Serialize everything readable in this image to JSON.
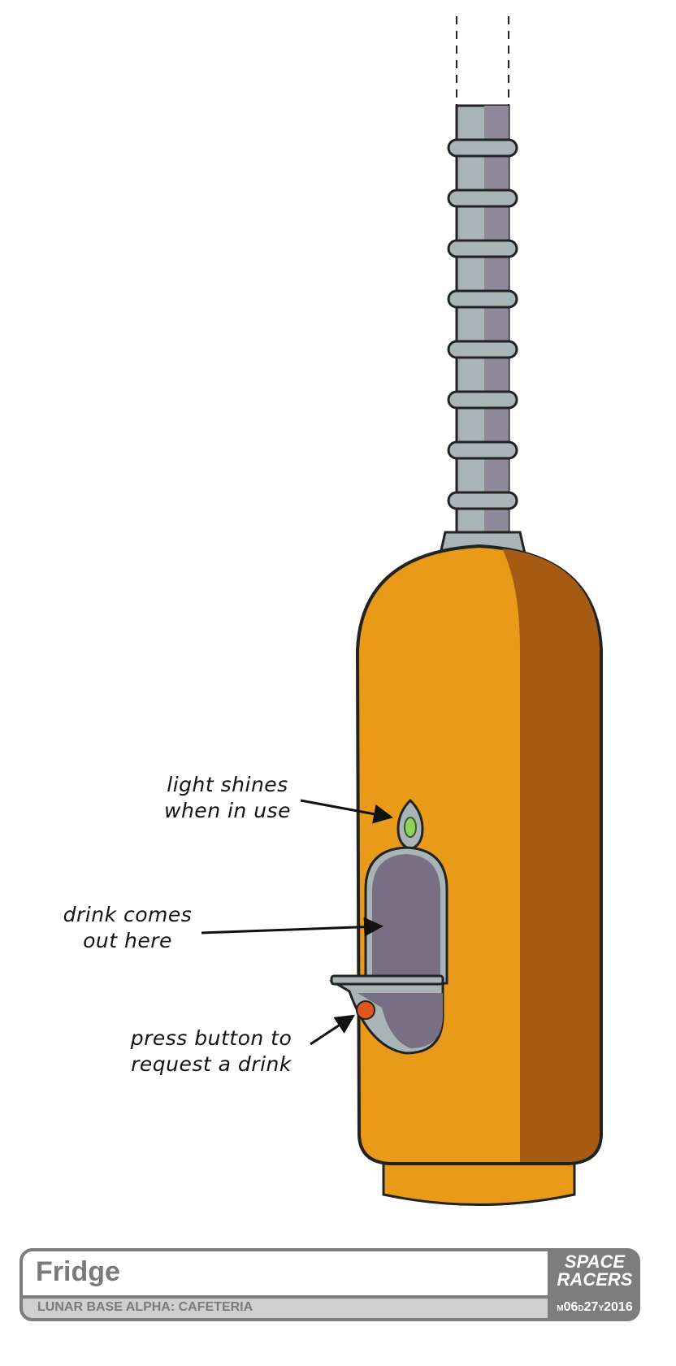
{
  "annotations": {
    "light": [
      "light shines",
      "when in use"
    ],
    "dispenser": [
      "drink comes",
      "out here"
    ],
    "button": [
      "press button to",
      "request a drink"
    ]
  },
  "title_block": {
    "title": "Fridge",
    "subtitle": "LUNAR BASE ALPHA: CAFETERIA",
    "logo": [
      "SPACE",
      "RACERS"
    ],
    "date": {
      "m_label": "M",
      "month": "06",
      "d_label": "D",
      "day": "27",
      "y_label": "Y",
      "year": "2016"
    }
  },
  "colors": {
    "body": "#e99a18",
    "body_shade": "#a55b12",
    "pipe": "#a9b4b6",
    "dispenser": "#786f82",
    "light": "#8fd35b",
    "button": "#e0561c"
  }
}
